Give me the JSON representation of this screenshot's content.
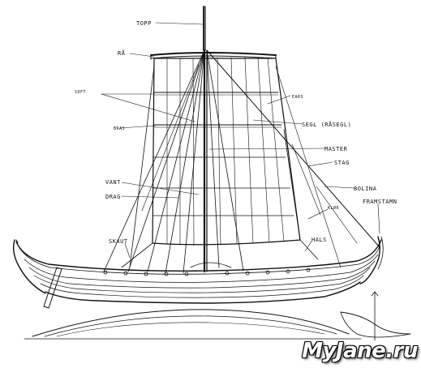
{
  "labels": {
    "topp": "TOPP",
    "ra": "RÅ",
    "soft": "SOFT",
    "bras": "BRAS",
    "ears": "EARS",
    "segl": "SEGL (RÅSEGL)",
    "master": "MASTER",
    "stag": "STAG",
    "vant": "VANT",
    "drag": "DRAG",
    "bolina": "BOLINA",
    "klor": "KLØR",
    "framstamn": "FRAMSTAMN",
    "skaut": "SKAUT",
    "hals": "HALS"
  },
  "watermark": "MyJane.ru",
  "colors": {
    "ink": "#111111",
    "paper": "#ffffff"
  }
}
